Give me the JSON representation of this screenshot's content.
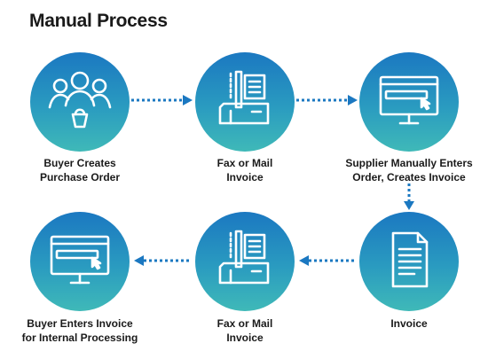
{
  "title": "Manual Process",
  "steps": [
    {
      "line1": "Buyer Creates",
      "line2": "Purchase Order",
      "icon": "users-basket-icon"
    },
    {
      "line1": "Fax or Mail",
      "line2": "Invoice",
      "icon": "fax-machine-icon"
    },
    {
      "line1": "Supplier Manually Enters",
      "line2": "Order, Creates Invoice",
      "icon": "computer-monitor-icon"
    },
    {
      "line1": "Invoice",
      "line2": "",
      "icon": "document-icon"
    },
    {
      "line1": "Fax or Mail",
      "line2": "Invoice",
      "icon": "fax-machine-icon"
    },
    {
      "line1": "Buyer Enters Invoice",
      "line2": "for Internal Processing",
      "icon": "computer-monitor-icon"
    }
  ],
  "colors": {
    "gradient_top": "#1b78c1",
    "gradient_bottom": "#3fb9b8",
    "arrow": "#1b78c1"
  }
}
